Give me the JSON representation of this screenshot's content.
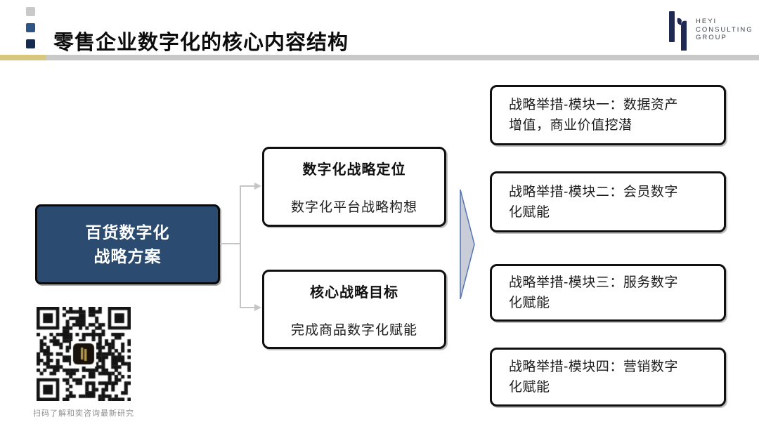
{
  "header": {
    "title": "零售企业数字化的核心内容结构",
    "logo_lines": [
      "HEYI",
      "CONSULTING",
      "GROUP"
    ]
  },
  "colors": {
    "square_gray": "#c9c9c9",
    "square_blue": "#2e5584",
    "square_navy": "#152a4e",
    "rule_gold": "#d9c77e",
    "rule_gray": "#c9c9c9",
    "root_box_fill": "#2b4b70",
    "connector_gray": "#c5c5c5",
    "arrow_fill": "#c9cdd7",
    "arrow_stroke": "#5374b5",
    "logo_navy": "#1e2a52",
    "qr_logo_gold": "#b3964f"
  },
  "diagram": {
    "root_box": {
      "lines": [
        "百货数字化",
        "战略方案"
      ]
    },
    "mid_boxes": [
      {
        "title": "数字化战略定位",
        "subtitle": "数字化平台战略构想"
      },
      {
        "title": "核心战略目标",
        "subtitle": "完成商品数字化赋能"
      }
    ],
    "right_boxes": [
      {
        "lines": [
          "战略举措-模块一：数据资产",
          "增值，商业价值挖潜"
        ]
      },
      {
        "lines": [
          "战略举措-模块二：会员数字",
          "化赋能"
        ]
      },
      {
        "lines": [
          "战略举措-模块三：服务数字",
          "化赋能"
        ]
      },
      {
        "lines": [
          "战略举措-模块四：营销数字",
          "化赋能"
        ]
      }
    ]
  },
  "footer": {
    "qr_caption": "扫码了解和奕咨询最新研究"
  }
}
